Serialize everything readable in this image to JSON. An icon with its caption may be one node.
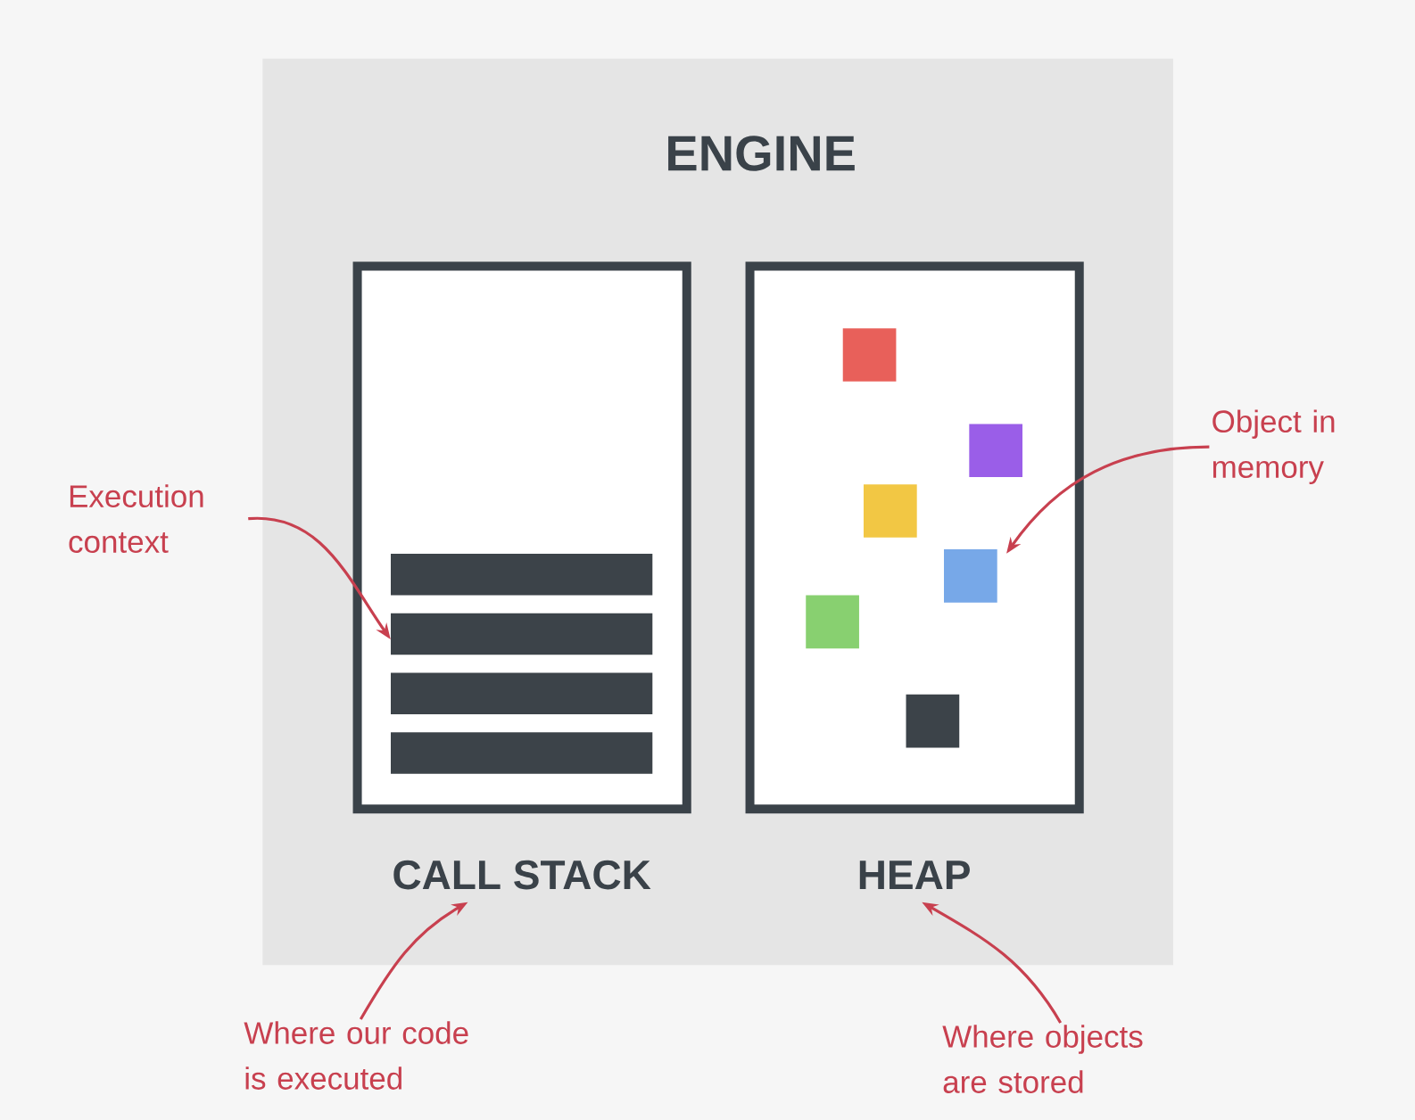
{
  "diagram": {
    "nodes": [
      {
        "text": [
          "ENGINE"
        ]
      },
      {
        "text": [
          "CALL STACK"
        ],
        "in": 0
      },
      {
        "text": [
          "HEAP"
        ],
        "in": 0
      },
      {
        "text": [],
        "shape": "bar",
        "in": 1
      },
      {
        "text": [],
        "shape": "bar",
        "in": 1
      },
      {
        "text": [],
        "shape": "bar",
        "in": 1
      },
      {
        "text": [],
        "shape": "bar",
        "in": 1
      },
      {
        "text": [],
        "shape": "box",
        "in": 2
      },
      {
        "text": [],
        "shape": "box",
        "in": 2
      },
      {
        "text": [],
        "shape": "box",
        "in": 2
      },
      {
        "text": [],
        "shape": "box",
        "in": 2
      },
      {
        "text": [],
        "shape": "box",
        "in": 2
      },
      {
        "text": [],
        "shape": "box",
        "in": 2
      },
      {
        "text": [
          "Execution context"
        ]
      },
      {
        "text": [
          "Object in memory"
        ]
      },
      {
        "text": [
          "Where our code is executed"
        ]
      },
      {
        "text": [
          "Where objects are stored"
        ]
      }
    ],
    "edges": [
      {
        "from": 13,
        "to": 4,
        "arrow": "to"
      },
      {
        "from": 14,
        "to": 10,
        "arrow": "to"
      },
      {
        "from": 15,
        "to": 1,
        "arrow": "to"
      },
      {
        "from": 16,
        "to": 2,
        "arrow": "to"
      }
    ]
  }
}
